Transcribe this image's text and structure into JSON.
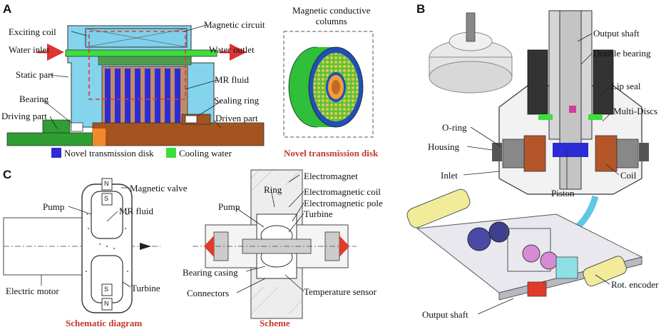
{
  "colors": {
    "housing": "#85d4ee",
    "transmission_disk": "#2c2cd6",
    "cooling_water": "#3ddd3d",
    "shaft": "#a5541f",
    "driving_part": "#2f9e33",
    "caption_red": "#c0392b",
    "arrow_red": "#e23a2a",
    "arrow_cyan": "#5fc6e6",
    "disk_green": "#2fbf3a",
    "disk_yellow": "#d4cc3a",
    "disk_blue": "#1f4fb7",
    "disk_orange": "#f29c3c"
  },
  "panels": {
    "A": {
      "letter": "A",
      "labels": {
        "exciting_coil": "Exciting coil",
        "magnetic_circuit": "Magnetic circuit",
        "water_inlet": "Water inlet",
        "water_outlet": "Water outlet",
        "static_part": "Static part",
        "mr_fluid": "MR fluid",
        "bearing": "Bearing",
        "sealing_ring": "Sealing ring",
        "driving_part": "Driving part",
        "driven_part": "Driven part",
        "magnetic_conductive_columns": "Magnetic conductive\ncolumns"
      },
      "legend": {
        "transmission_disk": "Novel transmission disk",
        "cooling_water": "Cooling water"
      },
      "caption": "Novel transmission disk"
    },
    "B": {
      "letter": "B",
      "labels": {
        "output_shaft_top": "Output shaft",
        "double_bearing": "Double bearing",
        "lip_seal": "Lip seal",
        "multi_discs": "Multi-Discs",
        "o_ring": "O-ring",
        "housing": "Housing",
        "inlet": "Inlet",
        "coil": "Coil",
        "piston": "Piston",
        "rot_encoder": "Rot. encoder",
        "output_shaft_bottom": "Output shaft"
      }
    },
    "C": {
      "letter": "C",
      "labels": {
        "magnetic_valve": "Magnetic valve",
        "pump_left": "Pump",
        "mr_fluid": "MR fluid",
        "electric_motor": "Electric motor",
        "turbine_left": "Turbine",
        "electromagnet": "Electromagnet",
        "ring": "Ring",
        "electromagnetic_coil": "Electromagnetic coil",
        "pump_right": "Pump",
        "electromagnetic_pole": "Electromagnetic pole",
        "turbine_right": "Turbine",
        "bearing_casing": "Bearing casing",
        "connectors": "Connectors",
        "temperature_sensor": "Temperature sensor",
        "n_top": "N",
        "s_top": "S",
        "s_bottom": "S",
        "n_bottom": "N"
      },
      "captions": {
        "schematic": "Schematic diagram",
        "scheme": "Scheme"
      }
    }
  }
}
